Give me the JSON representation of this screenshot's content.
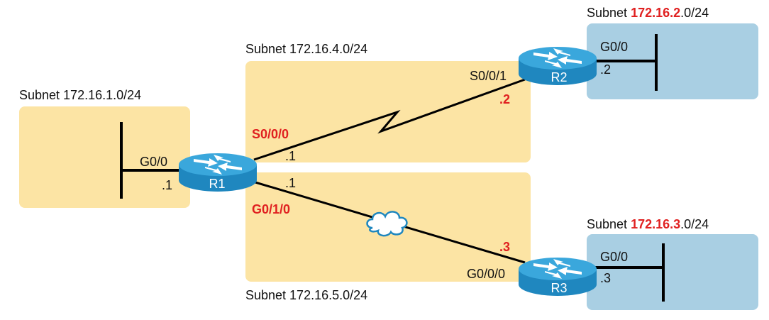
{
  "colors": {
    "subnet_tan": "#fce4a4",
    "subnet_blue": "#a9cfe3",
    "router_blue": "#1f87bf",
    "router_top": "#3aa7dc",
    "highlight_red": "#e02020"
  },
  "subnets": {
    "lan1": "Subnet 172.16.1.0/24",
    "wan4": "Subnet 172.16.4.0/24",
    "wan5": "Subnet 172.16.5.0/24",
    "lan2": {
      "prefix": "Subnet ",
      "highlight": "172.16.2",
      "suffix": ".0/24"
    },
    "lan3": {
      "prefix": "Subnet ",
      "highlight": "172.16.3",
      "suffix": ".0/24"
    }
  },
  "routers": {
    "r1": {
      "name": "R1",
      "icon": "router-icon"
    },
    "r2": {
      "name": "R2",
      "icon": "router-icon"
    },
    "r3": {
      "name": "R3",
      "icon": "router-icon"
    }
  },
  "interfaces": {
    "r1_g00": "G0/0",
    "r1_g00_ip": ".1",
    "r1_s000": "S0/0/0",
    "r1_s000_ip": ".1",
    "r1_g010": "G0/1/0",
    "r1_g010_ip": ".1",
    "r2_s001": "S0/0/1",
    "r2_s001_ip": ".2",
    "r2_g00": "G0/0",
    "r2_g00_ip": ".2",
    "r3_g000": "G0/0/0",
    "r3_g000_ip": ".3",
    "r3_g00": "G0/0",
    "r3_g00_ip": ".3"
  }
}
